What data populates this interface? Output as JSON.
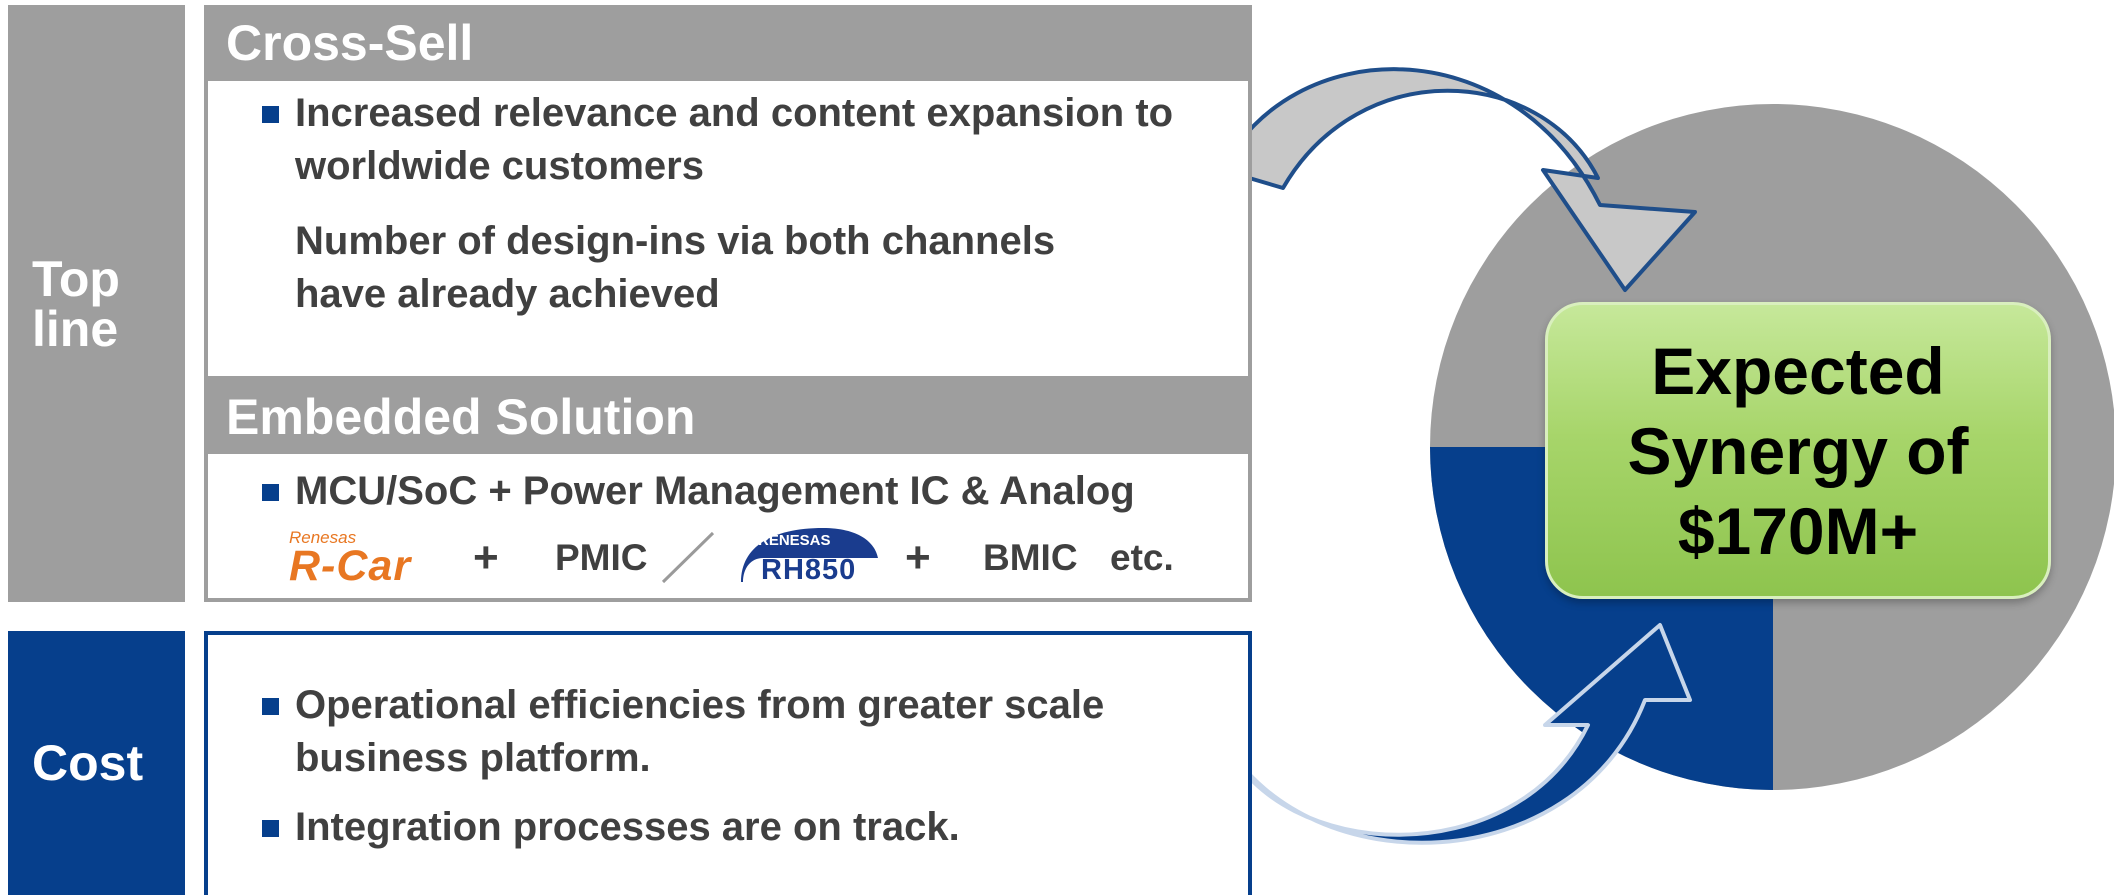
{
  "top_line": {
    "label": "Top\nline"
  },
  "cross_sell": {
    "title": "Cross-Sell",
    "bullet": "Increased relevance and content expansion to worldwide customers",
    "arrow_text": "Number of design-ins via both channels have already achieved"
  },
  "embedded": {
    "title": "Embedded Solution",
    "bullet": "MCU/SoC + Power Management IC & Analog",
    "rcar_small": "Renesas",
    "rcar_logo": "R-Car",
    "plus": "+",
    "pmic": "PMIC",
    "rh850_small": "RENESAS",
    "rh850_logo": "RH850",
    "bmic": "BMIC",
    "etc": "etc."
  },
  "cost": {
    "label": "Cost",
    "bullets": [
      "Operational efficiencies from greater scale business platform.",
      "Integration processes are on track."
    ]
  },
  "synergy": {
    "line1": "Expected",
    "line2": "Synergy of",
    "line3": "$170M+"
  },
  "colors": {
    "gray": "#9e9e9e",
    "navy": "#063f8c",
    "green": "#a7d56a",
    "text": "#404040"
  }
}
